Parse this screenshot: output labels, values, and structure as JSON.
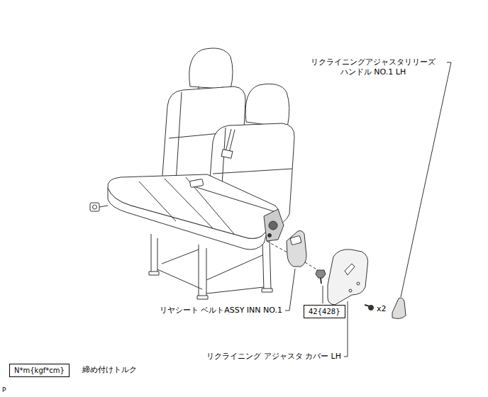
{
  "diagram": {
    "nodes": [
      {
        "text": [
          "42{428}"
        ]
      },
      {
        "text": [
          "N*m{kgf*cm}"
        ]
      }
    ],
    "labels": [
      "リクライニングアジャスタリリーズ ハンドル NO.1 LH",
      "リヤシート ベルトASSY INN NO.1",
      "リクライニング アジャスタ カバー LH",
      "x2",
      "締め付けトルク",
      "P"
    ]
  }
}
